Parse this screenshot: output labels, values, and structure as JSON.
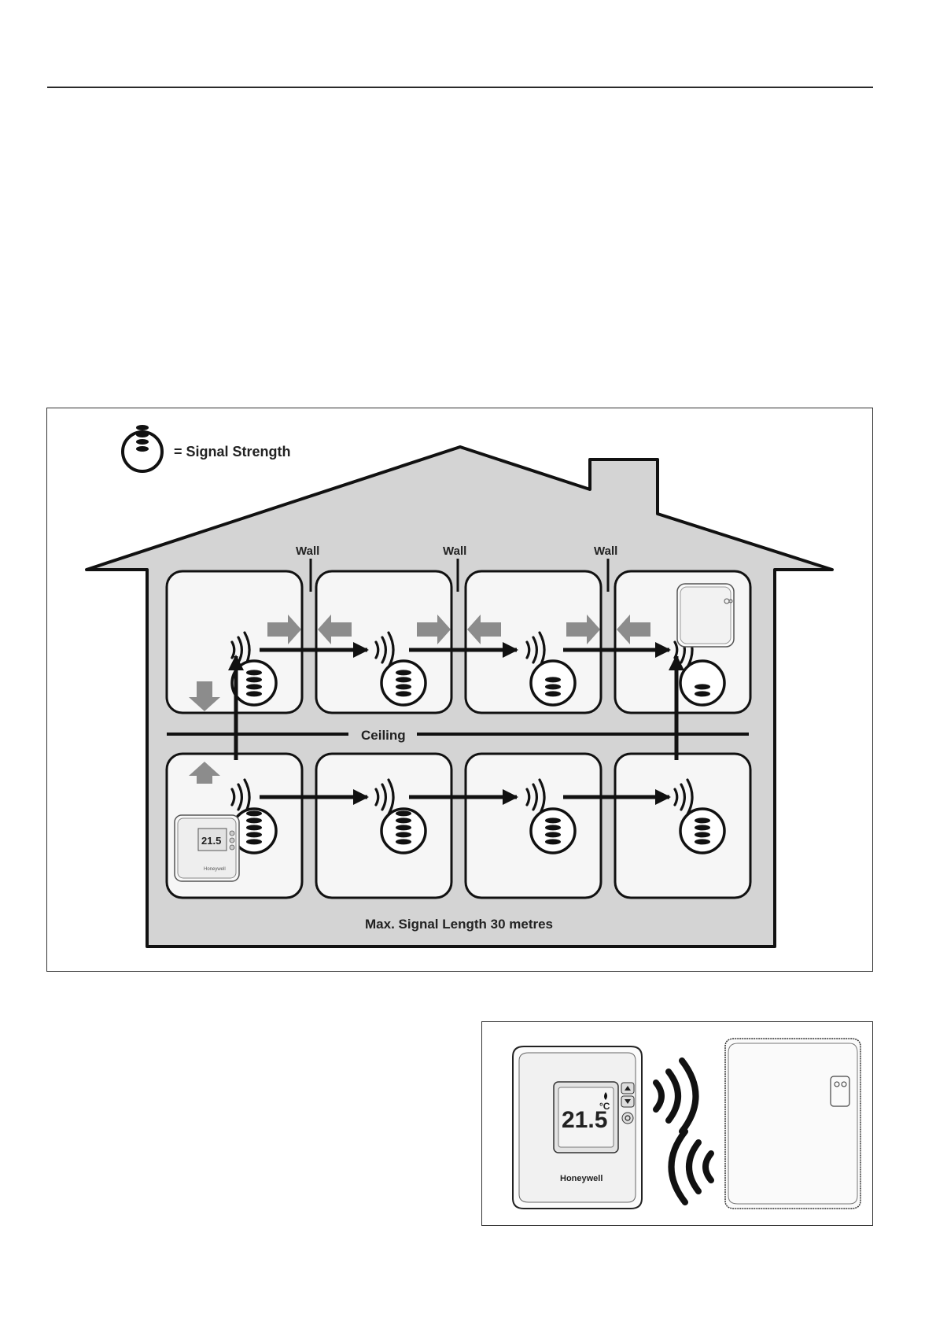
{
  "diagram": {
    "legend_label": "= Signal Strength",
    "wall_label_1": "Wall",
    "wall_label_2": "Wall",
    "wall_label_3": "Wall",
    "ceiling_label": "Ceiling",
    "max_length_label": "Max. Signal Length 30 metres",
    "thermostat_display": "21.5",
    "thermostat_brand": "Honeywell",
    "rooms_upper_signal_bars": [
      4,
      4,
      3,
      2
    ],
    "rooms_lower_signal_bars": [
      5,
      5,
      4,
      4
    ]
  },
  "product_figure": {
    "display_value": "21.5",
    "unit": "°C",
    "brand": "Honeywell"
  },
  "colors": {
    "house_fill": "#d4d4d4",
    "room_fill": "#f6f6f6",
    "outline": "#111111",
    "grey_arrow": "#8c8c8c"
  }
}
